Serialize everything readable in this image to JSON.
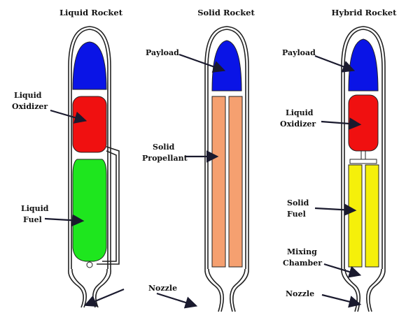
{
  "titles": {
    "liquid": "Liquid Rocket",
    "solid": "Solid Rocket",
    "hybrid": "Hybrid Rocket"
  },
  "liquid": {
    "oxidizer": [
      "Liquid",
      "Oxidizer"
    ],
    "fuel": [
      "Liquid",
      "Fuel"
    ]
  },
  "solid": {
    "payload": "Payload",
    "propellant": [
      "Solid",
      "Propellant"
    ]
  },
  "shared": {
    "nozzle": "Nozzle"
  },
  "hybrid": {
    "payload": "Payload",
    "oxidizer": [
      "Liquid",
      "Oxidizer"
    ],
    "fuel": [
      "Solid",
      "Fuel"
    ],
    "chamber": [
      "Mixing",
      "Chamber"
    ],
    "nozzle": "Nozzle"
  },
  "colors": {
    "payload": "#0a14e6",
    "oxidizer": "#f01010",
    "liquid_fuel": "#1ee61e",
    "solid_propellant": "#f5a070",
    "solid_fuel": "#f5f00a"
  }
}
